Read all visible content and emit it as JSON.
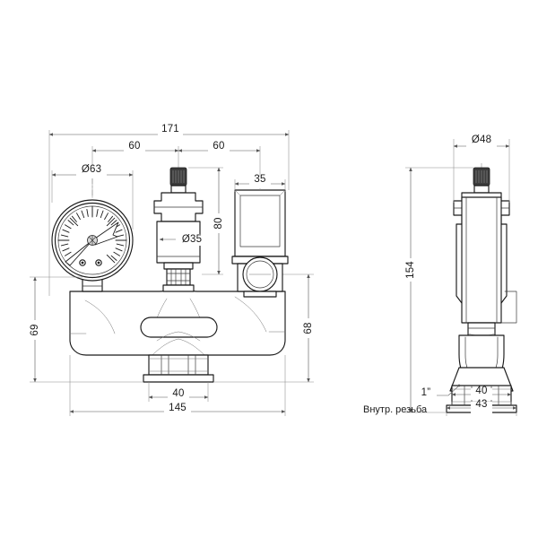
{
  "drawing": {
    "kind": "engineering-dimension-drawing",
    "subject": "pumping-group-manifold-with-pressure-gauge-air-vent-and-valve",
    "background_color": "#ffffff",
    "line_color": "#1a1a1a",
    "dimension_line_color": "#555555",
    "units": "mm",
    "views": [
      {
        "id": "front",
        "label": ""
      },
      {
        "id": "side",
        "label": ""
      }
    ]
  },
  "front_view": {
    "dimensions": {
      "overall_width": "171",
      "span_left": "60",
      "span_right": "60",
      "gauge_diameter": "Ø63",
      "vent_body_diameter": "Ø35",
      "vent_height": "80",
      "valve_width": "35",
      "height_left": "69",
      "height_right": "68",
      "base_width": "40",
      "body_width": "145"
    }
  },
  "side_view": {
    "dimensions": {
      "cap_diameter": "Ø48",
      "overall_height": "154",
      "base_width": "40",
      "base_depth": "43"
    },
    "notes": {
      "thread_size": "1”",
      "thread_type": "Внутр. резьба"
    }
  },
  "chart_data": {
    "type": "table",
    "title": "",
    "categories": [
      "171",
      "60",
      "60",
      "Ø63",
      "Ø35",
      "80",
      "35",
      "69",
      "68",
      "40",
      "145",
      "Ø48",
      "154",
      "40",
      "43"
    ],
    "values": [
      171,
      60,
      60,
      63,
      35,
      80,
      35,
      69,
      68,
      40,
      145,
      48,
      154,
      40,
      43
    ],
    "xlabel": "dimension label",
    "ylabel": "millimetres"
  }
}
